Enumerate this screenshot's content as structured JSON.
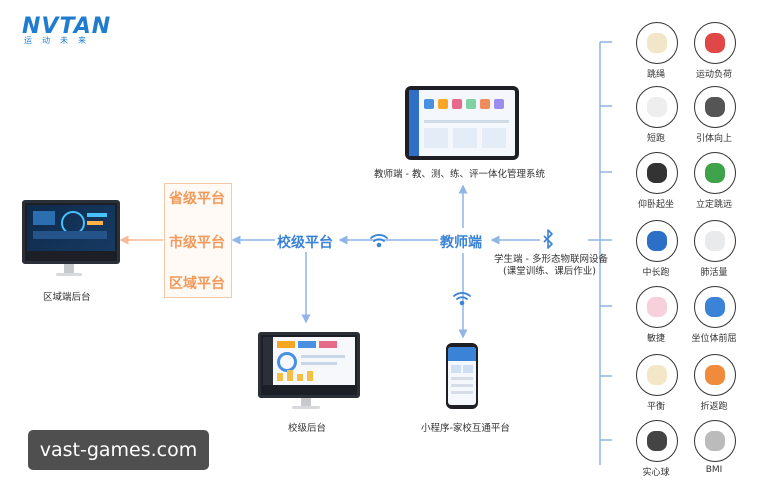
{
  "logo": {
    "text": "NVTAN",
    "sub": "运动未来"
  },
  "nodes": {
    "regional_backend": "区域端后台",
    "province": "省级平台",
    "city": "市级平台",
    "district": "区域平台",
    "school_platform": "校级平台",
    "teacher": "教师端",
    "teacher_system": "教师端 - 教、测、练、评一体化管理系统",
    "student_line1": "学生端 - 多形态物联网设备",
    "student_line2": "(课堂训练、课后作业)",
    "school_backend": "校级后台",
    "miniprogram": "小程序-家校互通平台"
  },
  "devices": [
    {
      "label": "跳绳",
      "icon": "jump-rope-icon"
    },
    {
      "label": "运动负荷",
      "icon": "heart-rate-band-icon"
    },
    {
      "label": "短跑",
      "icon": "sprint-sensor-icon"
    },
    {
      "label": "引体向上",
      "icon": "pull-up-sensor-icon"
    },
    {
      "label": "仰卧起坐",
      "icon": "sit-up-belt-icon"
    },
    {
      "label": "立定跳远",
      "icon": "long-jump-mat-icon"
    },
    {
      "label": "中长跑",
      "icon": "wristband-icon"
    },
    {
      "label": "肺活量",
      "icon": "spirometer-icon"
    },
    {
      "label": "敏捷",
      "icon": "agility-pad-icon"
    },
    {
      "label": "坐位体前屈",
      "icon": "sit-and-reach-icon"
    },
    {
      "label": "平衡",
      "icon": "balance-disc-icon"
    },
    {
      "label": "折返跑",
      "icon": "cone-icon"
    },
    {
      "label": "实心球",
      "icon": "medicine-ball-icon"
    },
    {
      "label": "BMI",
      "icon": "height-scale-icon"
    }
  ],
  "watermark": "vast-games.com",
  "colors": {
    "orange": "#f39a5b",
    "blue": "#3a83d6",
    "arrow_blue": "#8fb6e6"
  }
}
